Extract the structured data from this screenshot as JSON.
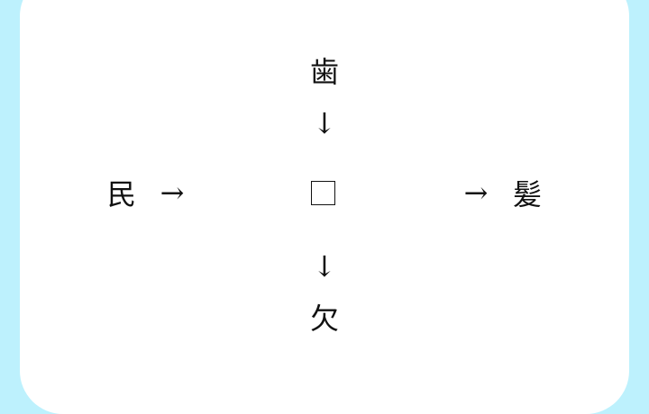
{
  "puzzle": {
    "top": "歯",
    "left": "民",
    "right": "髪",
    "bottom": "欠",
    "arrow_right": "→",
    "arrow_down": "↓"
  },
  "colors": {
    "background": "#bdf1fd",
    "card": "#ffffff"
  }
}
